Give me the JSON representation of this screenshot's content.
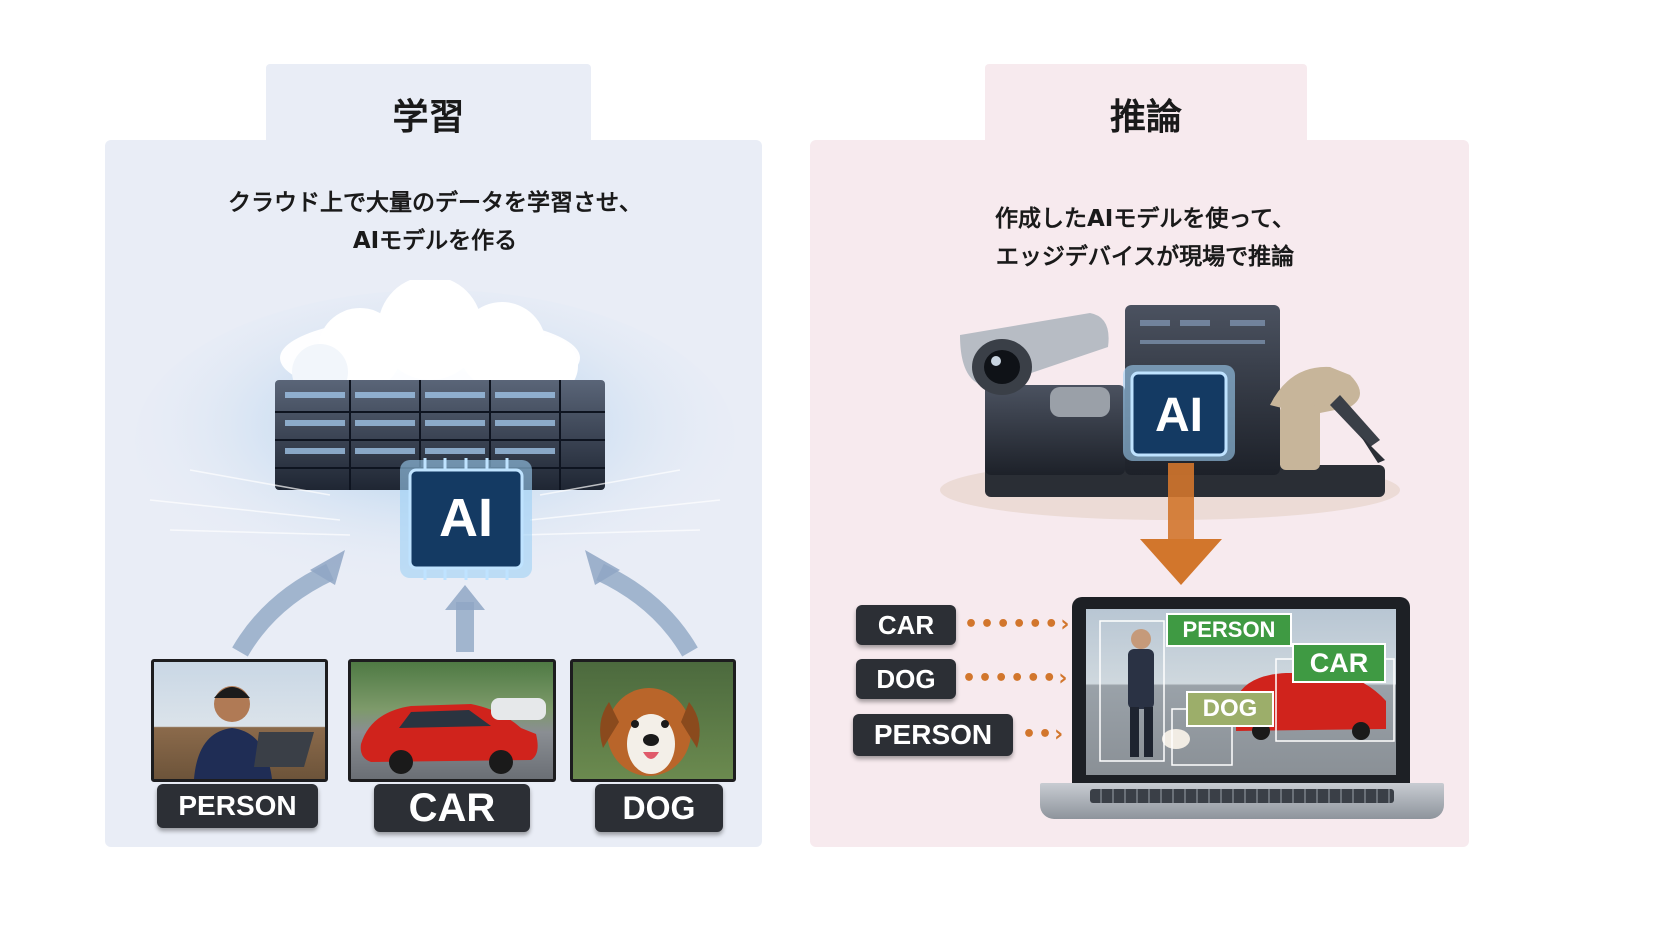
{
  "training": {
    "tab_title": "学習",
    "description_line1": "クラウド上で大量のデータを学習させ、",
    "description_line2": "AIモデルを作る",
    "chip_label": "AI",
    "data_labels": [
      "PERSON",
      "CAR",
      "DOG"
    ]
  },
  "inference": {
    "tab_title": "推論",
    "description_line1": "作成したAIモデルを使って、",
    "description_line2": "エッジデバイスが現場で推論",
    "chip_label": "AI",
    "input_labels": [
      "CAR",
      "DOG",
      "PERSON"
    ],
    "detections": [
      "PERSON",
      "CAR",
      "DOG"
    ]
  },
  "colors": {
    "training_bg": "#e9edf6",
    "inference_bg": "#f7eaee",
    "label_bg": "#2c2f35",
    "arrow_orange": "#d2762c",
    "detection_green": "#3f9a43",
    "chip_blue": "#143a63"
  }
}
